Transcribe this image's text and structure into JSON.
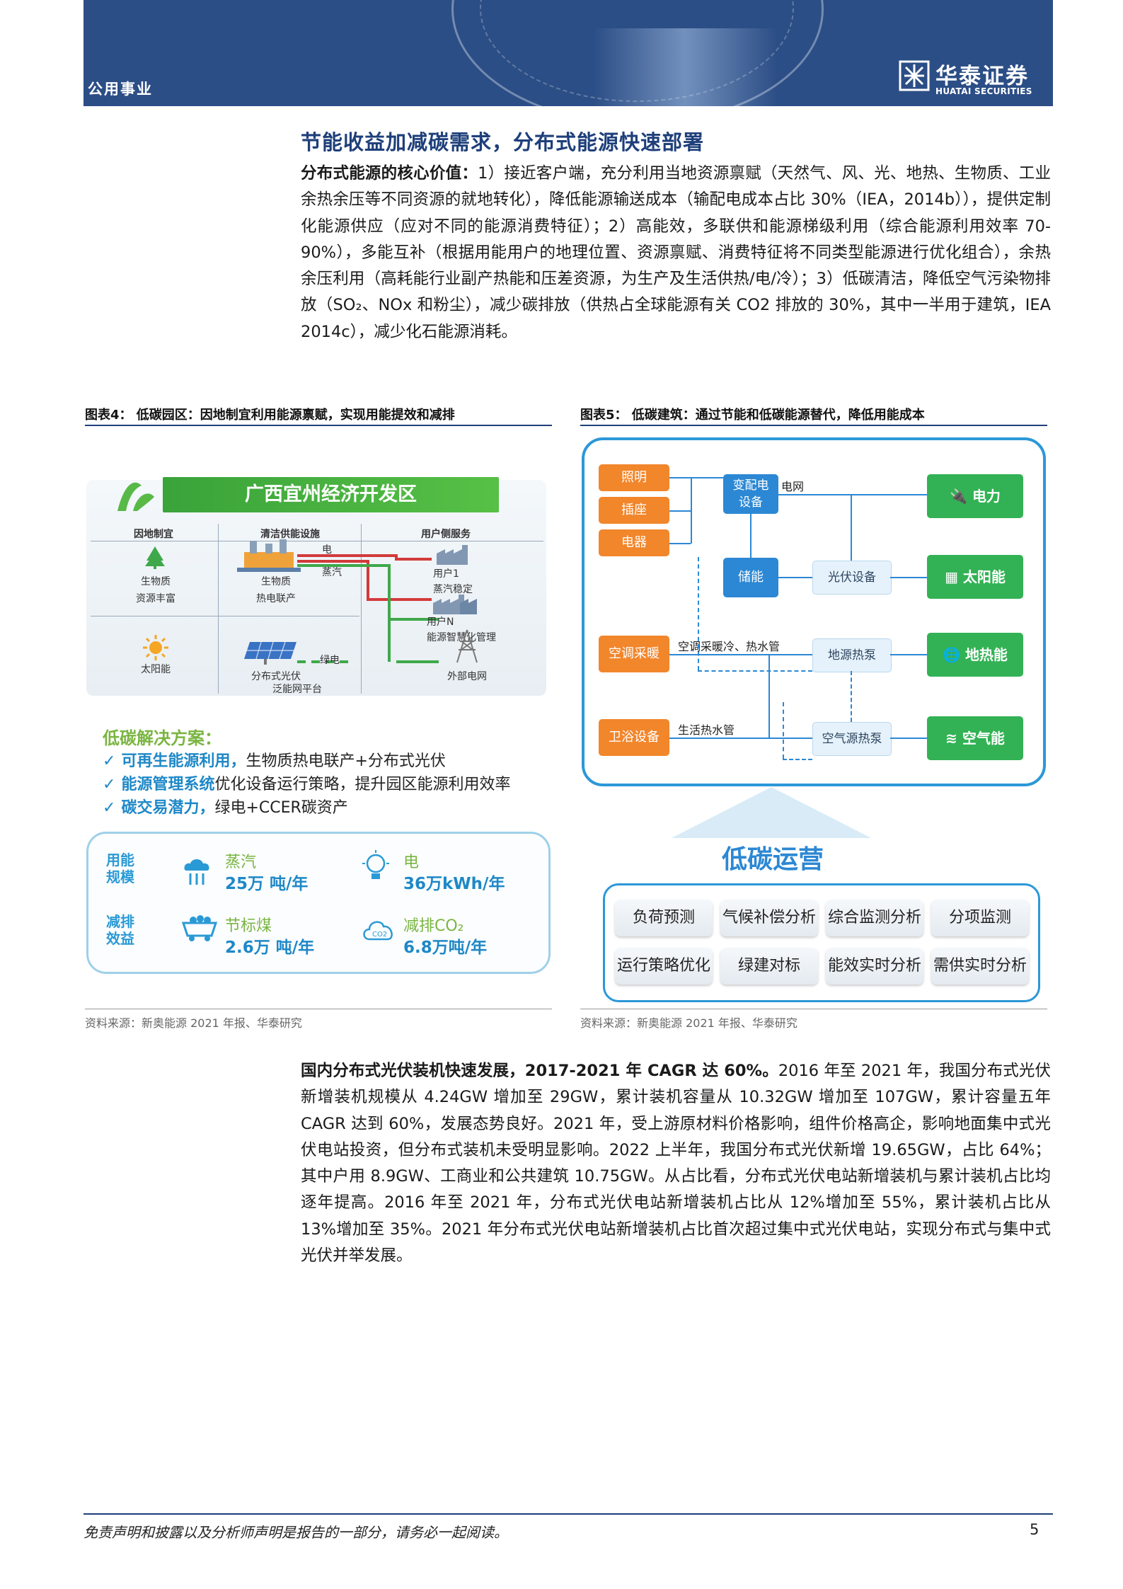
{
  "header": {
    "sector": "公用事业",
    "logo_cn": "华泰证券",
    "logo_en": "HUATAI SECURITIES"
  },
  "section_title": "节能收益加减碳需求，分布式能源快速部署",
  "para1": {
    "lead": "分布式能源的核心价值：",
    "text": "1）接近客户端，充分利用当地资源禀赋（天然气、风、光、地热、生物质、工业余热余压等不同资源的就地转化），降低能源输送成本（输配电成本占比 30%（IEA，2014b）），提供定制化能源供应（应对不同的能源消费特征）；2）高能效，多联供和能源梯级利用（综合能源利用效率 70-90%），多能互补（根据用能用户的地理位置、资源禀赋、消费特征将不同类型能源进行优化组合），余热余压利用（高耗能行业副产热能和压差资源，为生产及生活供热/电/冷）；3）低碳清洁，降低空气污染物排放（SO₂、NOx 和粉尘），减少碳排放（供热占全球能源有关 CO2 排放的 30%，其中一半用于建筑，IEA 2014c），减少化石能源消耗。"
  },
  "fig4": {
    "title": "图表4：  低碳园区：因地制宜利用能源禀赋，实现用能提效和减排",
    "zone_name": "广西宜州经济开发区",
    "col1": "因地制宜",
    "col2": "清洁供能设施",
    "col3": "用户侧服务",
    "c1r1": "生物质\n资源丰富",
    "c1r2": "太阳能",
    "c2r1": "生物质\n热电联产",
    "c2r2": "分布式光伏",
    "line_elec": "电",
    "line_steam": "蒸汽",
    "line_green": "绿电",
    "user1": "用户1\n蒸汽稳定",
    "userN": "用户N\n能源智慧化管理",
    "grid": "外部电网",
    "platform": "泛能网平台",
    "solutions_title": "低碳解决方案：",
    "sol1_hl": "可再生能源利用，",
    "sol1": "生物质热电联产+分布式光伏",
    "sol2_hl": "能源管理系统",
    "sol2": "优化设备运行策略，提升园区能源利用效率",
    "sol3_hl": "碳交易潜力，",
    "sol3": "绿电+CCER碳资产",
    "kpi_side1": "用能\n规模",
    "kpi_side2": "减排\n效益",
    "k1_lbl": "蒸汽",
    "k1_val": "25万 吨/年",
    "k2_lbl": "电",
    "k2_val": "36万kWh/年",
    "k3_lbl": "节标煤",
    "k3_val": "2.6万 吨/年",
    "k4_lbl": "减排CO₂",
    "k4_val": "6.8万吨/年",
    "source": "资料来源：新奥能源 2021 年报、华泰研究"
  },
  "fig5": {
    "title": "图表5：  低碳建筑：通过节能和低碳能源替代，降低用能成本",
    "lighting": "照明",
    "socket": "插座",
    "appliance": "电器",
    "substation": "变配电\n设备",
    "grid_lbl": "电网",
    "power": "电力",
    "storage": "储能",
    "pv_device": "光伏设备",
    "solar": "太阳能",
    "ac": "空调采暖",
    "ac_pipe": "空调采暖冷、热水管",
    "ground_pump": "地源热泵",
    "geo": "地热能",
    "bath": "卫浴设备",
    "hot_water": "生活热水管",
    "air_pump": "空气源热泵",
    "air_energy": "空气能",
    "ops_title": "低碳运营",
    "ops_items": [
      "负荷预测",
      "气候补偿分析",
      "综合监测分析",
      "分项监测",
      "运行策略优化",
      "绿建对标",
      "能效实时分析",
      "需供实时分析"
    ],
    "source": "资料来源：新奥能源 2021 年报、华泰研究"
  },
  "para2": {
    "lead": "国内分布式光伏装机快速发展，2017-2021 年 CAGR 达 60%。",
    "text": "2016 年至 2021 年，我国分布式光伏新增装机规模从 4.24GW 增加至 29GW，累计装机容量从 10.32GW 增加至 107GW，累计容量五年 CAGR 达到 60%，发展态势良好。2021 年，受上游原材料价格影响，组件价格高企，影响地面集中式光伏电站投资，但分布式装机未受明显影响。2022 上半年，我国分布式光伏新增 19.65GW，占比 64%；其中户用 8.9GW、工商业和公共建筑 10.75GW。从占比看，分布式光伏电站新增装机与累计装机占比均逐年提高。2016 年至 2021 年，分布式光伏电站新增装机占比从 12%增加至 55%，累计装机占比从 13%增加至 35%。2021 年分布式光伏电站新增装机占比首次超过集中式光伏电站，实现分布式与集中式光伏并举发展。"
  },
  "footer": {
    "disclaimer": "免责声明和披露以及分析师声明是报告的一部分，请务必一起阅读。",
    "page": "5"
  },
  "colors": {
    "brand": "#2c4e86",
    "accent_blue": "#2c88d4",
    "green": "#32b254",
    "orange": "#f2862b"
  }
}
